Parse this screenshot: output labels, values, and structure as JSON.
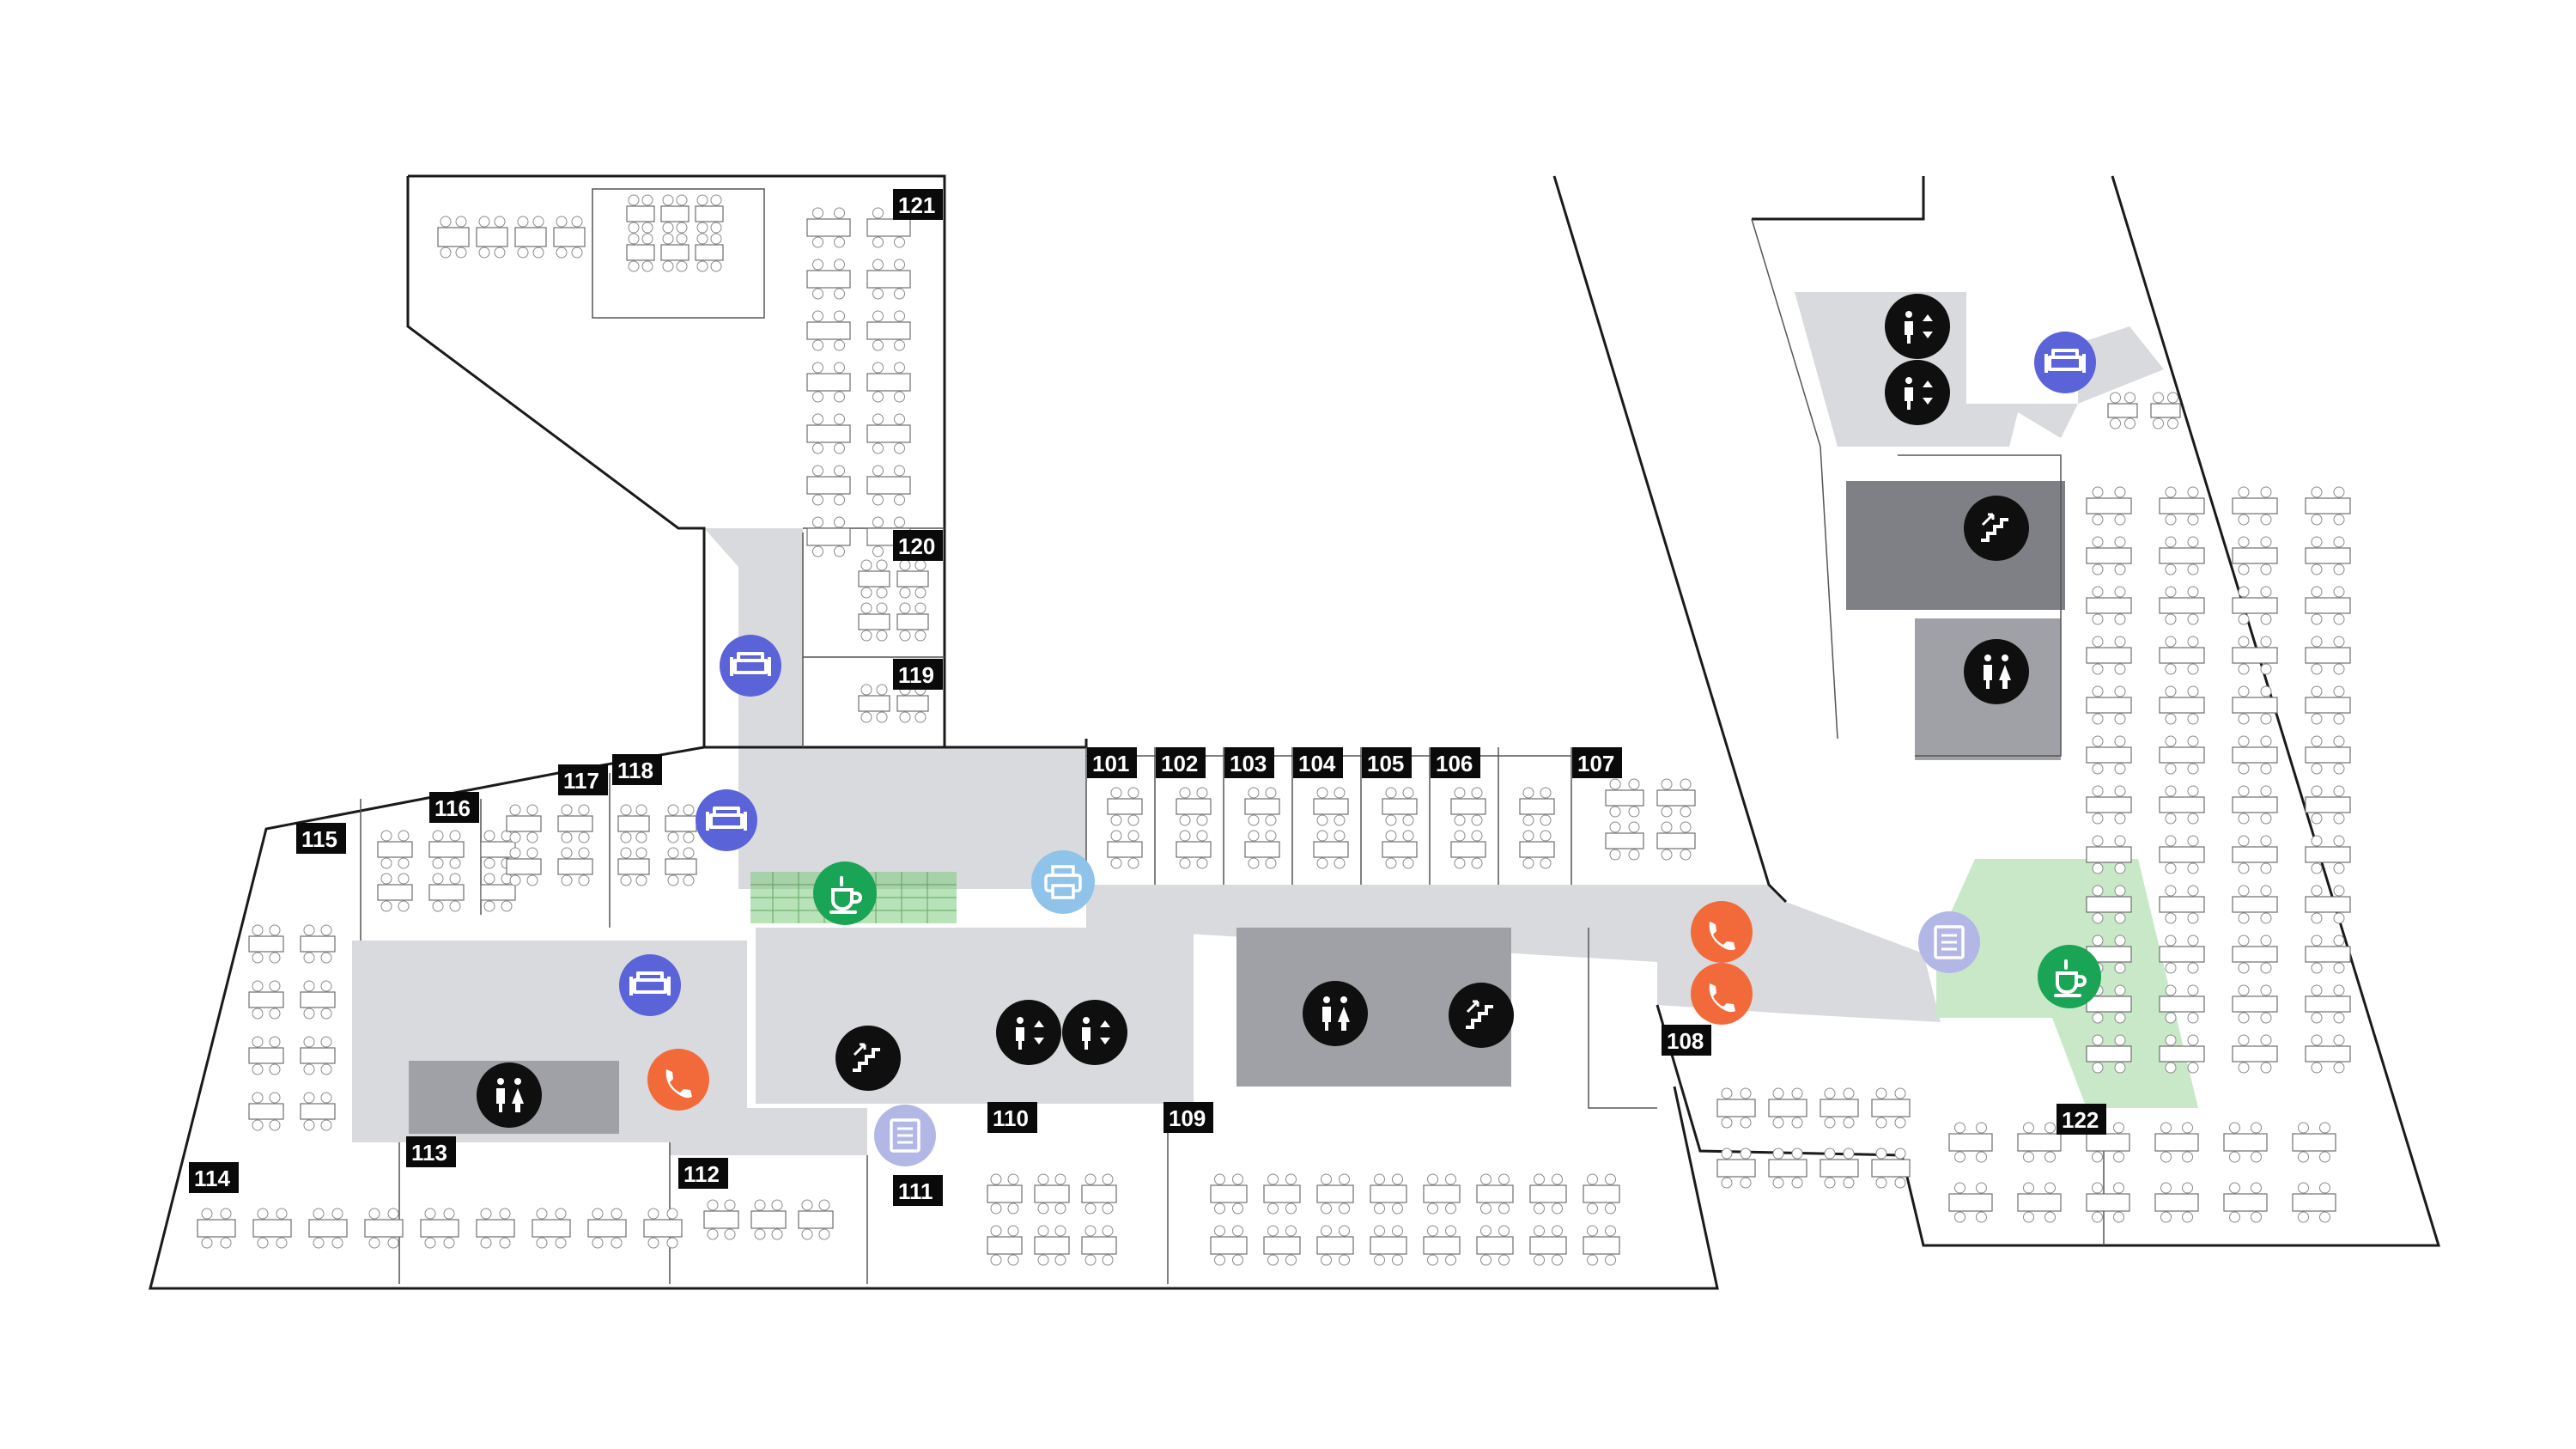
{
  "rooms": [
    {
      "id": "101"
    },
    {
      "id": "102"
    },
    {
      "id": "103"
    },
    {
      "id": "104"
    },
    {
      "id": "105"
    },
    {
      "id": "106"
    },
    {
      "id": "107"
    },
    {
      "id": "108"
    },
    {
      "id": "109"
    },
    {
      "id": "110"
    },
    {
      "id": "111"
    },
    {
      "id": "112"
    },
    {
      "id": "113"
    },
    {
      "id": "114"
    },
    {
      "id": "115"
    },
    {
      "id": "116"
    },
    {
      "id": "117"
    },
    {
      "id": "118"
    },
    {
      "id": "119"
    },
    {
      "id": "120"
    },
    {
      "id": "121"
    },
    {
      "id": "122"
    }
  ],
  "markers": {
    "colors": {
      "lounge": "#5b63d9",
      "cafe": "#1aa455",
      "phone": "#f26a3a",
      "printer": "#8fc3ea",
      "locker": "#b3b7e6",
      "core": "#0f0f0f",
      "lounge_zone": "#c9e8c8",
      "corridor": "#d9dadd"
    },
    "icons": {
      "lounge": "sofa-icon",
      "cafe": "coffee-cup-icon",
      "phone": "phone-icon",
      "printer": "printer-icon",
      "locker": "locker-icon",
      "restroom": "restroom-icon",
      "elevator": "elevator-icon",
      "stairs": "stairs-icon"
    }
  }
}
